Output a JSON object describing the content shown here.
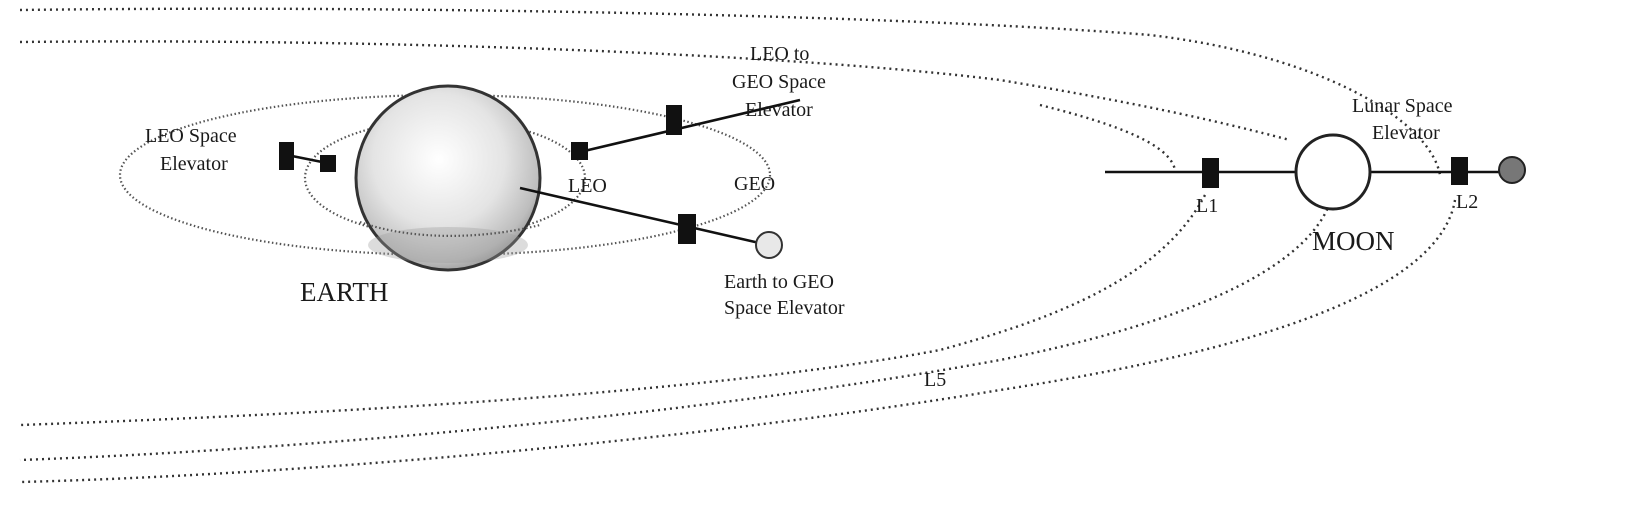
{
  "diagram": {
    "labels": {
      "earth": "EARTH",
      "moon": "MOON",
      "leo": "LEO",
      "geo": "GEO",
      "l1": "L1",
      "l2": "L2",
      "l5": "L5",
      "leo_elevator": [
        "LEO Space",
        "Elevator"
      ],
      "leo_to_geo_elevator": [
        "LEO to",
        "GEO Space",
        "Elevator"
      ],
      "earth_to_geo_elevator": [
        "Earth to GEO",
        "Space Elevator"
      ],
      "lunar_elevator": [
        "Lunar Space",
        "Elevator"
      ]
    }
  }
}
